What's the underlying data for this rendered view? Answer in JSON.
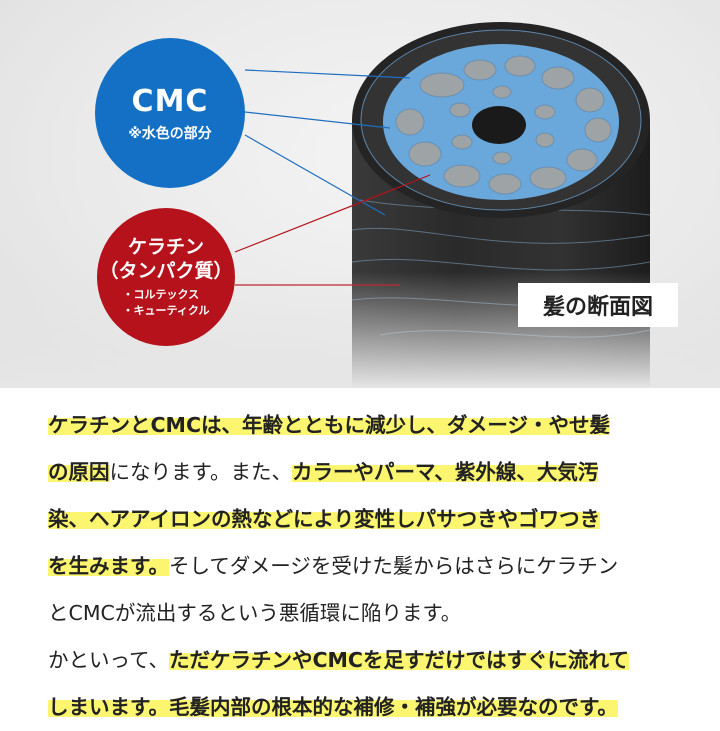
{
  "cmc_bubble": {
    "title": "CMC",
    "note": "※水色の部分"
  },
  "keratin_bubble": {
    "title": "ケラチン",
    "subtitle": "（タンパク質）",
    "items": [
      "・コルテックス",
      "・キューティクル"
    ]
  },
  "caption": "髪の断面図",
  "paragraph": {
    "l1_a": "ケラチンとCMCは、年齢とともに減少し、ダメージ・やせ髪",
    "l2_a": "の原因",
    "l2_b": "になります。また、",
    "l2_c": "カラーやパーマ、紫外線、大気汚",
    "l3_a": "染、ヘアアイロンの熱などにより変性しパサつきやゴワつき",
    "l4_a": "を生みます。",
    "l4_b": "そしてダメージを受けた髪からはさらにケラチン",
    "l5_a": "とCMCが流出するという悪循環に陥ります。",
    "l6_a": "かといって、",
    "l6_b": "ただケラチンやCMCを足すだけではすぐに流れて",
    "l7_a": "しまいます。毛髪内部の根本的な補修・補強が必要なのです。"
  },
  "colors": {
    "cmc_blue": "#1470c4",
    "keratin_red": "#b5121b",
    "highlight_yellow": "#fbf56f",
    "cmc_layer": "#6aa8dc",
    "hair_dark": "#2b2b2b"
  }
}
